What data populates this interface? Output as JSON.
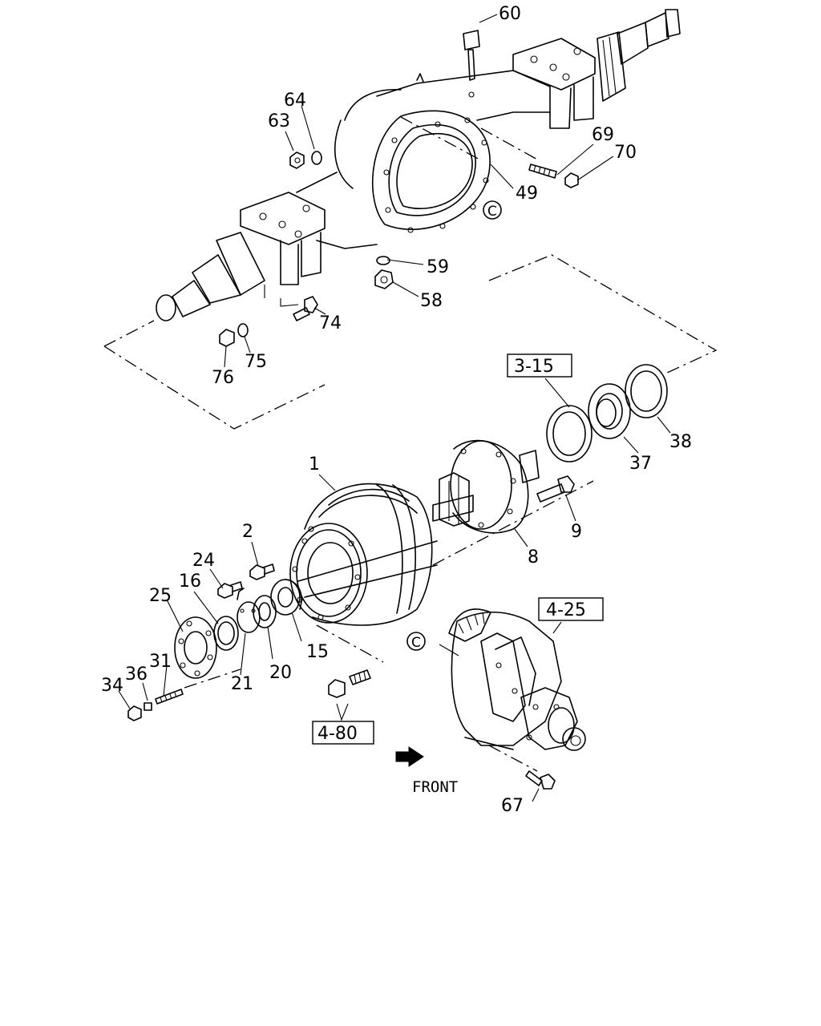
{
  "labels": {
    "l60": "60",
    "l64": "64",
    "l63": "63",
    "l69": "69",
    "l70": "70",
    "l49": "49",
    "l59": "59",
    "l58": "58",
    "l74": "74",
    "l75": "75",
    "l76": "76",
    "l3_15": "3-15",
    "l38": "38",
    "l37": "37",
    "l1": "1",
    "l9": "9",
    "l8": "8",
    "l2": "2",
    "l24": "24",
    "l16": "16",
    "l25": "25",
    "l31": "31",
    "l36": "36",
    "l34": "34",
    "l21": "21",
    "l20": "20",
    "l15": "15",
    "l4_25": "4-25",
    "l4_80": "4-80",
    "l67": "67",
    "front": "FRONT",
    "refC": "C"
  }
}
